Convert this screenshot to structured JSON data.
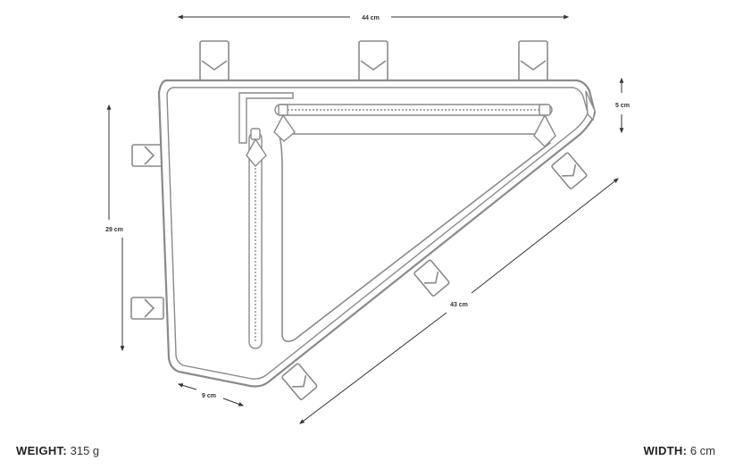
{
  "dimensions": {
    "top_length": "44 cm",
    "height": "29 cm",
    "bottom_depth": "9 cm",
    "diagonal_length": "43 cm",
    "head_height": "5 cm"
  },
  "specs": {
    "weight_label": "WEIGHT:",
    "weight_value": "315 g",
    "width_label": "WIDTH:",
    "width_value": "6 cm"
  },
  "colors": {
    "outline": "#8a8a8a",
    "dimension_line": "#333333",
    "text": "#222222"
  }
}
